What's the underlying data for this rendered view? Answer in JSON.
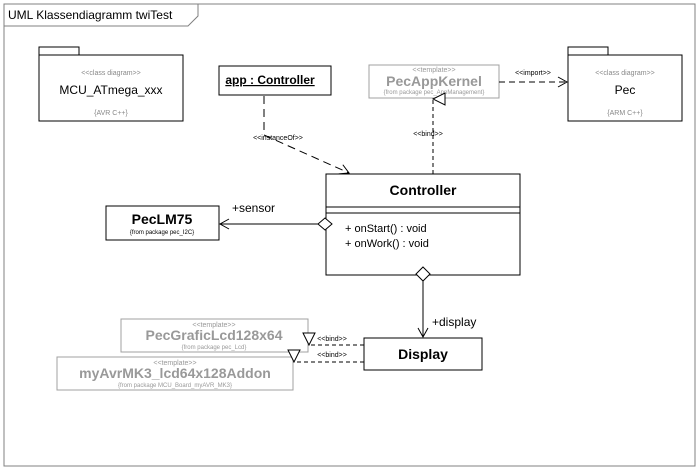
{
  "frame": {
    "title": "UML Klassendiagramm twiTest"
  },
  "packages": {
    "mcu": {
      "stereotype": "<<class diagram>>",
      "name": "MCU_ATmega_xxx",
      "note": "{AVR C++}"
    },
    "pec": {
      "stereotype": "<<class diagram>>",
      "name": "Pec",
      "note": "{ARM C++}"
    }
  },
  "classes": {
    "app": {
      "name": "app : Controller"
    },
    "kernel": {
      "stereotype": "<<template>>",
      "name": "PecAppKernel",
      "from": "{from package pec_AppManagement}"
    },
    "controller": {
      "name": "Controller",
      "ops": [
        "+ onStart() : void",
        "+ onWork() : void"
      ]
    },
    "lm75": {
      "name": "PecLM75",
      "from": "{from package pec_I2C}"
    },
    "lcd": {
      "stereotype": "<<template>>",
      "name": "PecGraficLcd128x64",
      "from": "{from package pec_Lcd}"
    },
    "mk3": {
      "stereotype": "<<template>>",
      "name": "myAvrMK3_lcd64x128Addon",
      "from": "{from package MCU_Board_myAVR_MK3}"
    },
    "display": {
      "name": "Display"
    }
  },
  "relations": {
    "import": "<<import>>",
    "instance_of": "<<instanceOf>>",
    "bind_kernel": "<<bind>>",
    "sensor": "+sensor",
    "display": "+display",
    "bind_lcd": "<<bind>>",
    "bind_mk3": "<<bind>>"
  }
}
